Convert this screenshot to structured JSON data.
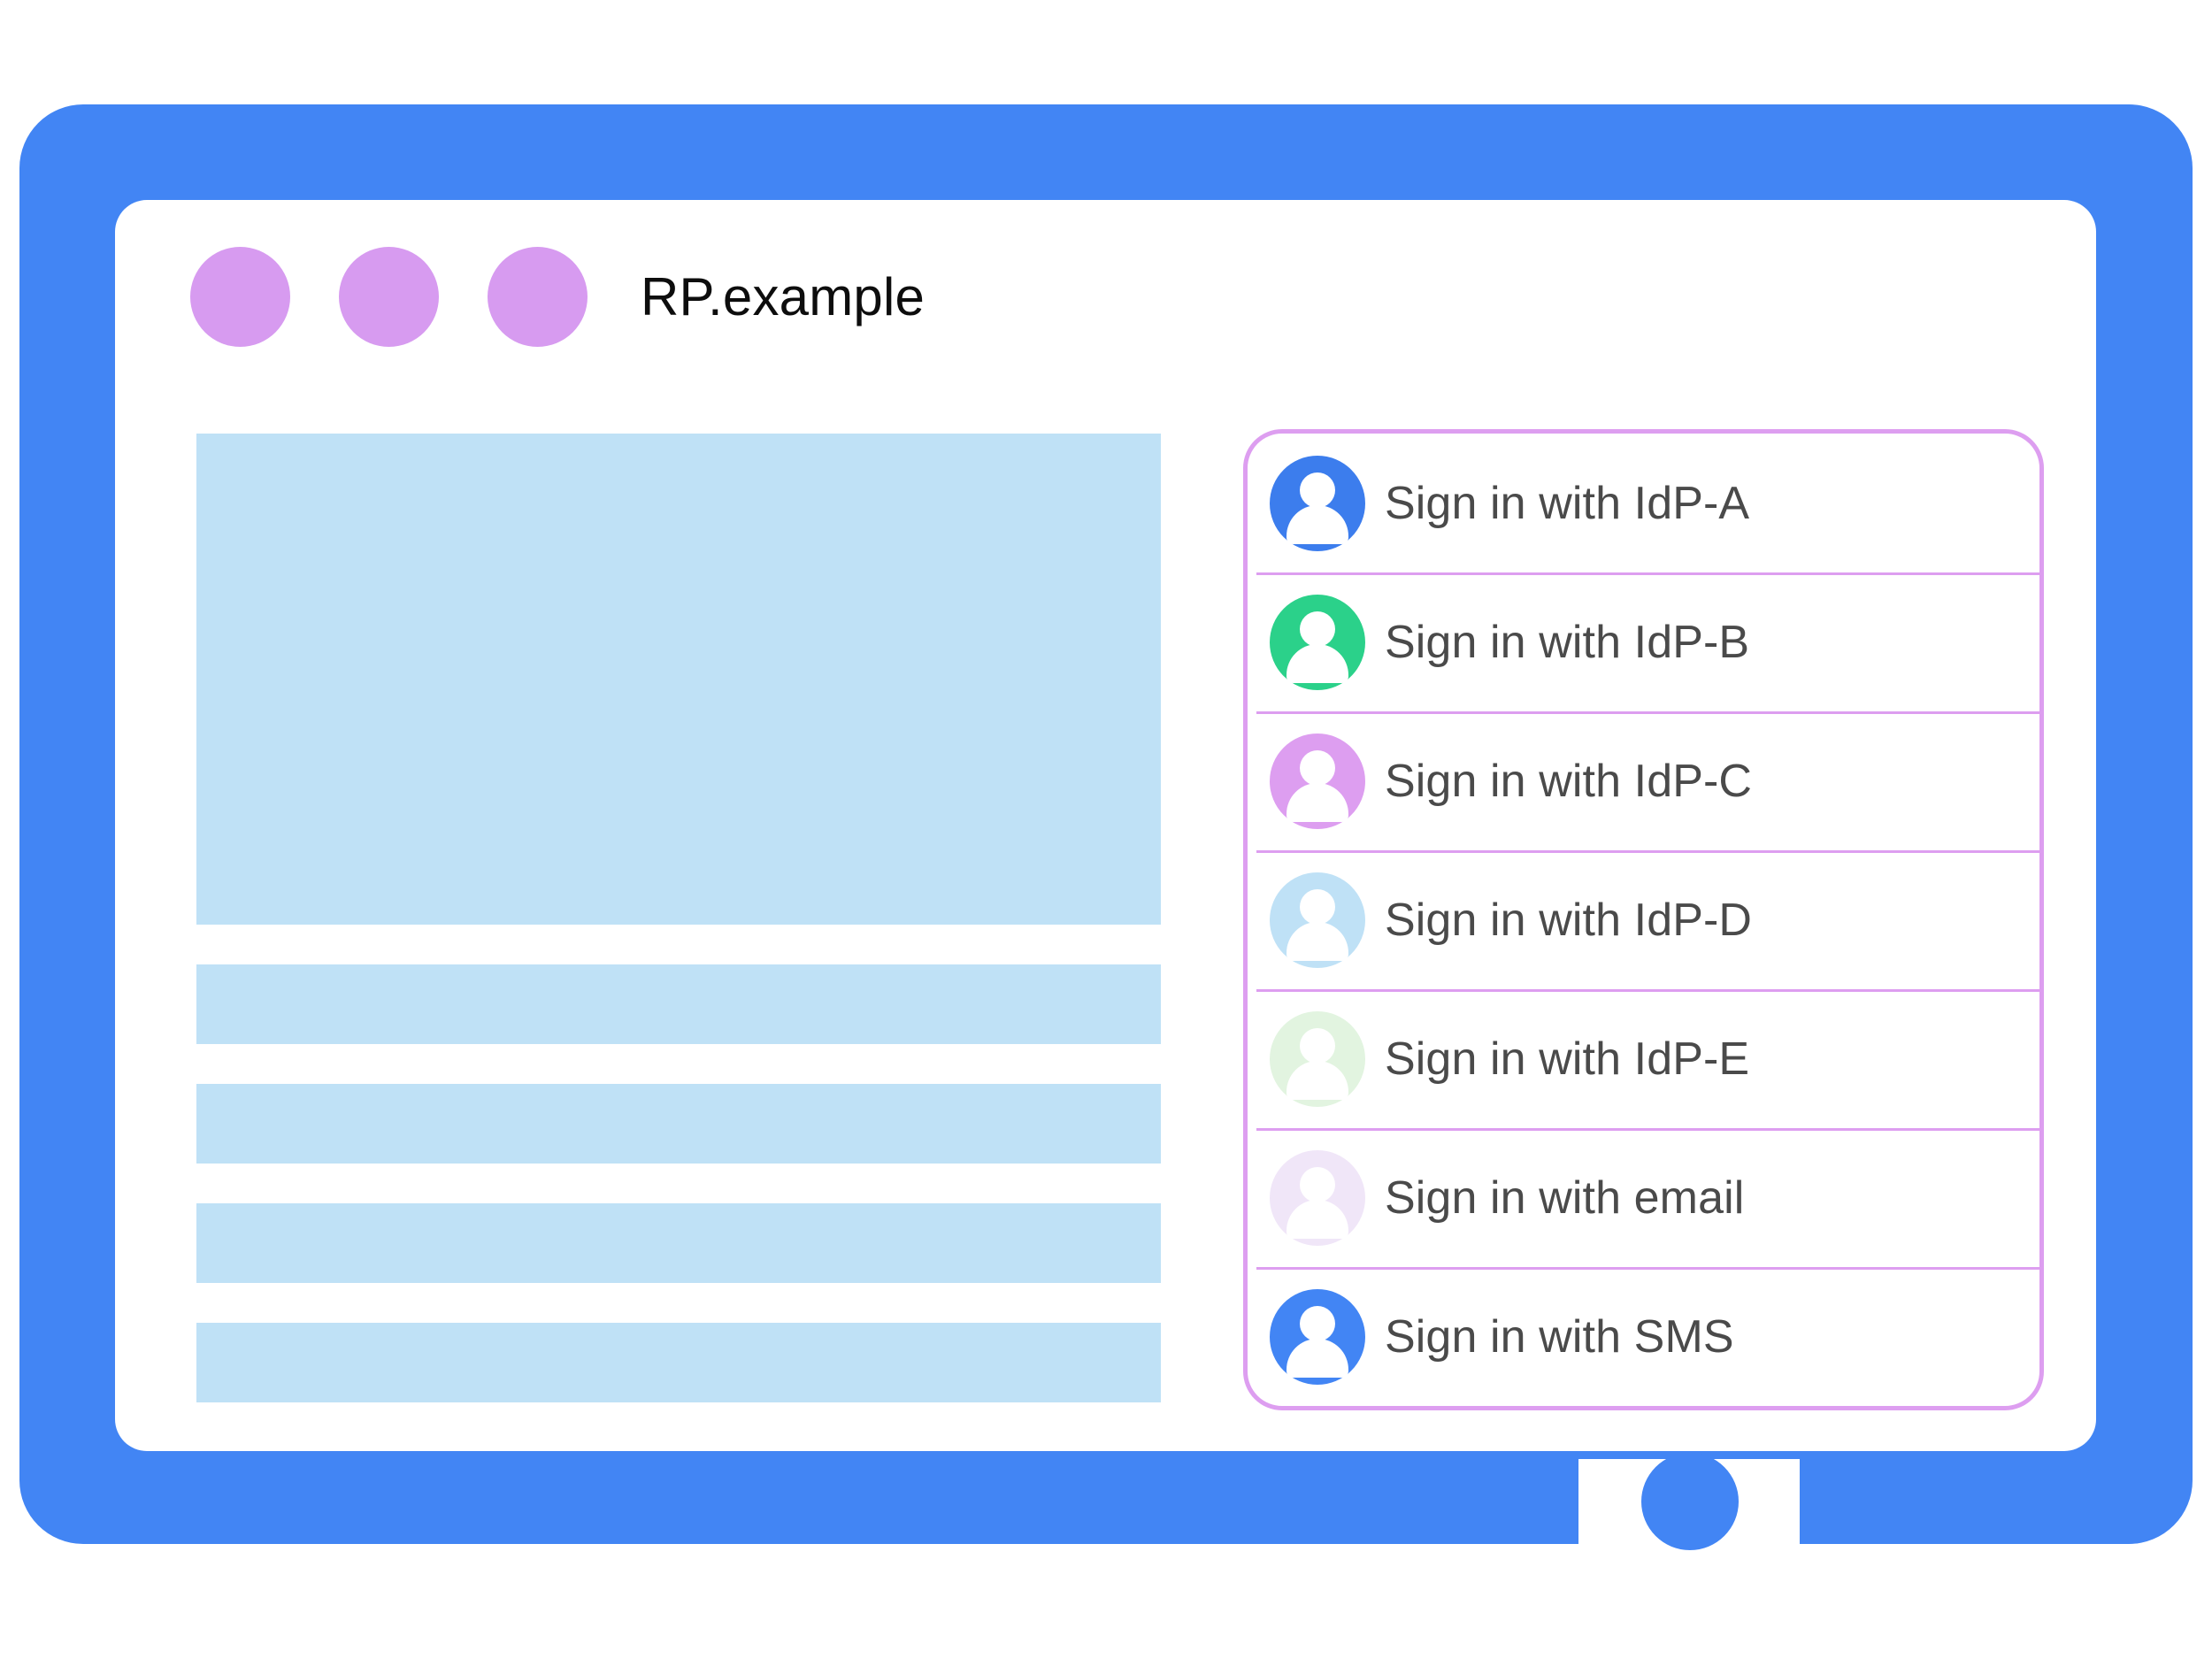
{
  "window": {
    "title": "RP.example",
    "dots": [
      "window-dot-1",
      "window-dot-2",
      "window-dot-3"
    ],
    "dot_color": "#d79bf0",
    "frame_color": "#4285f4",
    "screen_background": "#ffffff"
  },
  "page_skeleton": {
    "block_color": "#bfe1f6",
    "blocks": [
      {
        "name": "hero-block",
        "kind": "hero"
      },
      {
        "name": "text-line-1",
        "kind": "line"
      },
      {
        "name": "text-line-2",
        "kind": "line"
      },
      {
        "name": "text-line-3",
        "kind": "line"
      },
      {
        "name": "text-line-4",
        "kind": "line"
      }
    ]
  },
  "account_chooser": {
    "border_color": "#dd9ef0",
    "divider_color": "#dd9ef0",
    "label_color": "#4a4a4a",
    "accounts": [
      {
        "label": "Sign in with IdP-A",
        "avatar_color": "#3c7ded",
        "icon": "person-avatar-icon"
      },
      {
        "label": "Sign in with IdP-B",
        "avatar_color": "#2bd18a",
        "icon": "person-avatar-icon"
      },
      {
        "label": "Sign in with IdP-C",
        "avatar_color": "#dd9ef0",
        "icon": "person-avatar-icon"
      },
      {
        "label": "Sign in with IdP-D",
        "avatar_color": "#bfe1f6",
        "icon": "person-avatar-icon"
      },
      {
        "label": "Sign in with IdP-E",
        "avatar_color": "#e2f4e0",
        "icon": "person-avatar-icon"
      },
      {
        "label": "Sign in with email",
        "avatar_color": "#f0e6f8",
        "icon": "person-avatar-icon"
      },
      {
        "label": "Sign in with SMS",
        "avatar_color": "#4285f4",
        "icon": "person-avatar-icon"
      }
    ]
  },
  "device": {
    "home_button": "home-button"
  }
}
